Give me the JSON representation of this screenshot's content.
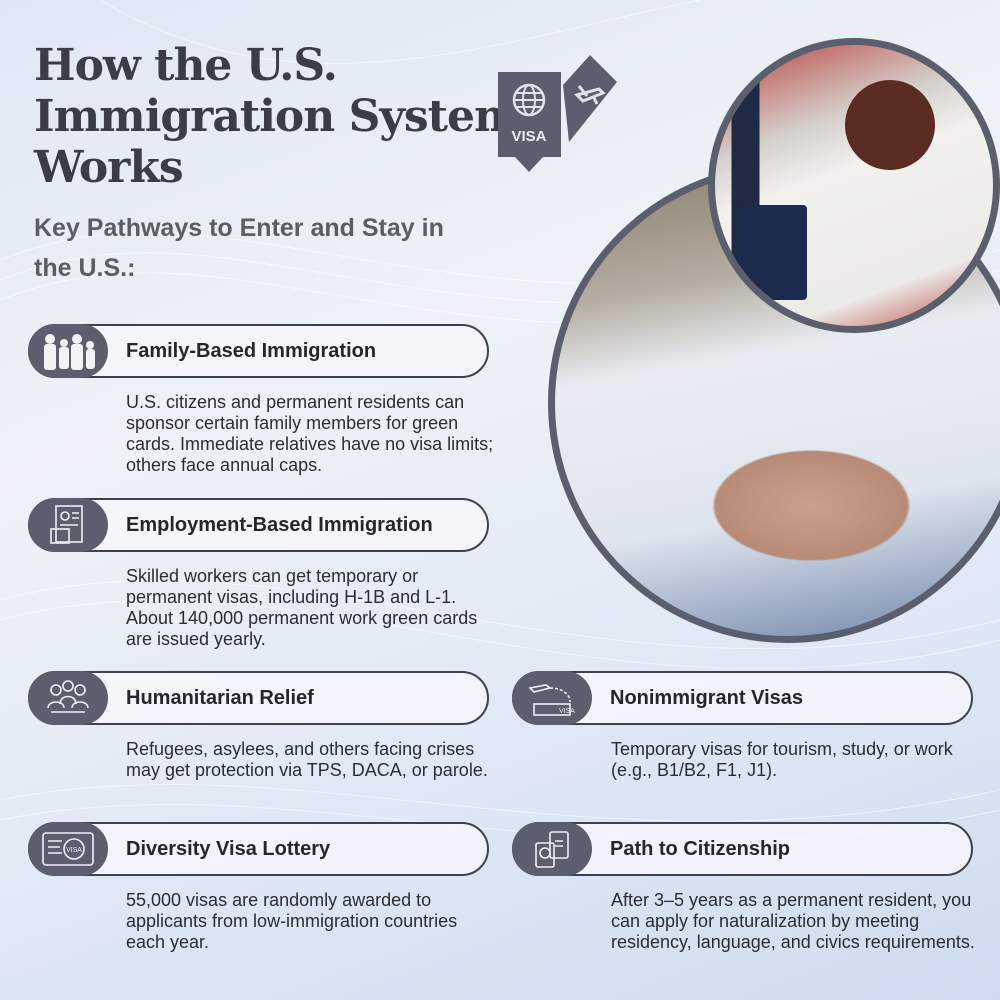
{
  "title": [
    "How the U.S.",
    "Immigration System",
    "Works"
  ],
  "subtitle": "Key Pathways to Enter and Stay in the U.S.:",
  "visa_icon_text": "VISA",
  "sections": [
    {
      "icon": "family-icon",
      "title": "Family-Based Immigration",
      "text": "U.S. citizens and permanent residents can sponsor certain family members for green cards. Immediate relatives have no visa limits; others face annual caps."
    },
    {
      "icon": "job-application-icon",
      "title": "Employment-Based Immigration",
      "text": "Skilled workers can get temporary or permanent visas, including H-1B and L-1. About 140,000 permanent work green cards are issued yearly."
    },
    {
      "icon": "refugees-icon",
      "title": "Humanitarian Relief",
      "text": "Refugees, asylees, and others facing crises may get protection via TPS, DACA, or parole."
    },
    {
      "icon": "visa-stamp-icon",
      "title": "Diversity Visa Lottery",
      "text": "55,000 visas are randomly awarded to applicants from low-immigration countries each year."
    },
    {
      "icon": "plane-ticket-icon",
      "title": "Nonimmigrant Visas",
      "text": "Temporary visas for tourism, study, or work (e.g., B1/B2, F1, J1)."
    },
    {
      "icon": "passport-icon",
      "title": "Path to Citizenship",
      "text": "After 3–5 years as a permanent resident, you can apply for naturalization by meeting residency, language, and civics requirements."
    }
  ],
  "colors": {
    "pill_border": "#3e4250",
    "icon_bg": "#5b5f6d",
    "title": "#3a3d48"
  }
}
